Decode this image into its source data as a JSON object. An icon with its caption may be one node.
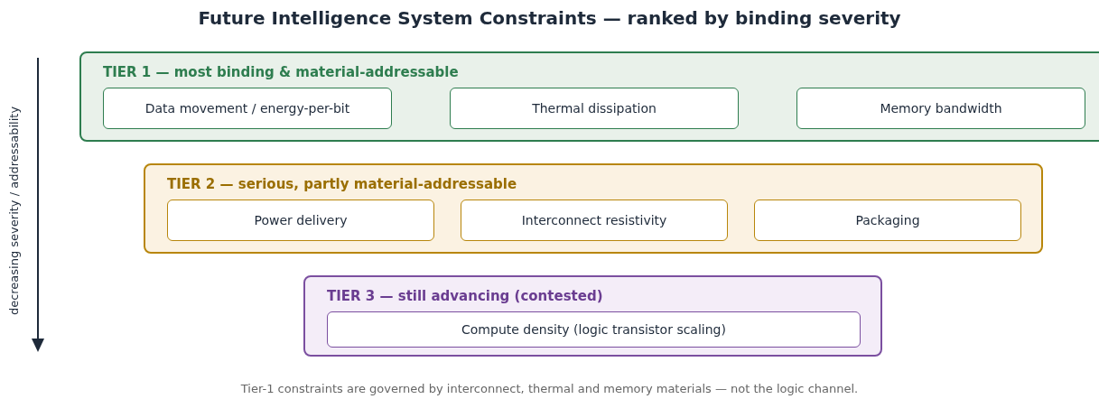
{
  "diagram": {
    "title": "Future Intelligence System Constraints — ranked by binding severity",
    "nodes": [
      {
        "text": [
          "TIER 1 — most binding & material-addressable"
        ]
      },
      {
        "text": [
          "Data movement / energy-per-bit"
        ],
        "in": 0
      },
      {
        "text": [
          "Thermal dissipation"
        ],
        "in": 0
      },
      {
        "text": [
          "Memory bandwidth"
        ],
        "in": 0
      },
      {
        "text": [
          "TIER 2 — serious, partly material-addressable"
        ]
      },
      {
        "text": [
          "Power delivery"
        ],
        "in": 4
      },
      {
        "text": [
          "Interconnect resistivity"
        ],
        "in": 4
      },
      {
        "text": [
          "Packaging"
        ],
        "in": 4
      },
      {
        "text": [
          "TIER 3 — still advancing (contested)"
        ]
      },
      {
        "text": [
          "Compute density (logic transistor scaling)"
        ],
        "in": 8
      }
    ],
    "edges": [],
    "labels": [
      "decreasing severity / addressability"
    ],
    "caption": "Tier-1 constraints are governed by interconnect, thermal and memory materials — not the logic channel."
  }
}
